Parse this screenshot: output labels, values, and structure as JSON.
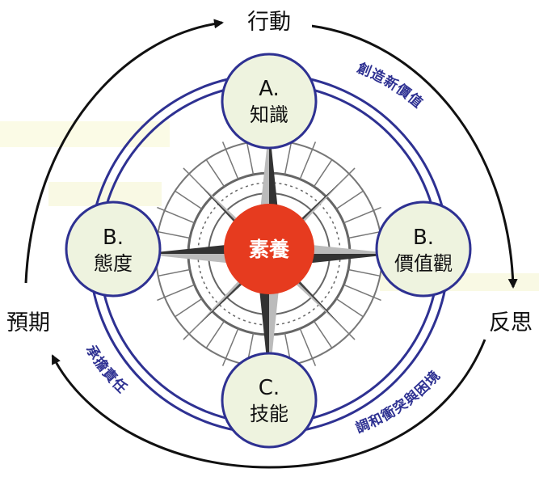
{
  "cycle": {
    "top": "行動",
    "right": "反思",
    "left": "預期"
  },
  "center": {
    "label": "素養"
  },
  "nodes": {
    "top": {
      "letter": "A.",
      "label": "知識"
    },
    "left": {
      "letter": "B.",
      "label": "態度"
    },
    "right": {
      "letter": "B.",
      "label": "價值觀"
    },
    "bottom": {
      "letter": "C.",
      "label": "技能"
    }
  },
  "arc_labels": {
    "top_right": "創造新價值",
    "bottom_right": "調和衝突與困境",
    "bottom_left": "承擔責任"
  },
  "colors": {
    "ring": "#2e3192",
    "center": "#e63b1f",
    "node_fill": "#eef3df",
    "arrow": "#111111",
    "compass": "#555555"
  }
}
